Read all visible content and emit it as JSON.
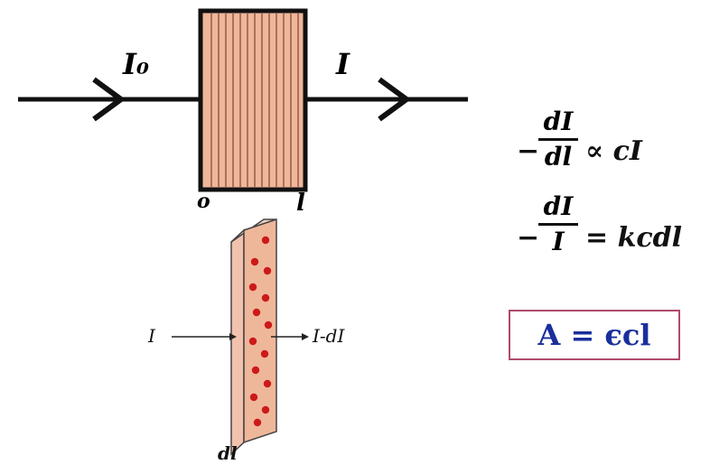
{
  "labels": {
    "incident": "I₀",
    "transmitted": "I",
    "origin": "o",
    "length_end": "l",
    "slice_in": "I",
    "slice_out": "I-dI",
    "slice_width": "dl"
  },
  "equations": {
    "eq1_minus": "−",
    "eq1_num": "dI",
    "eq1_den": "dl",
    "eq1_rhs": "∝ cI",
    "eq2_minus": "−",
    "eq2_num": "dI",
    "eq2_den": "I",
    "eq2_rhs": "= kcdl",
    "boxed": "A = ϵcl"
  },
  "colors": {
    "cuvette_fill": "#efb79a",
    "cuvette_lines": "#8b4a3c",
    "dot": "#cc1a1a",
    "box_border": "#b04b6b",
    "box_text": "#1a2f9c"
  }
}
